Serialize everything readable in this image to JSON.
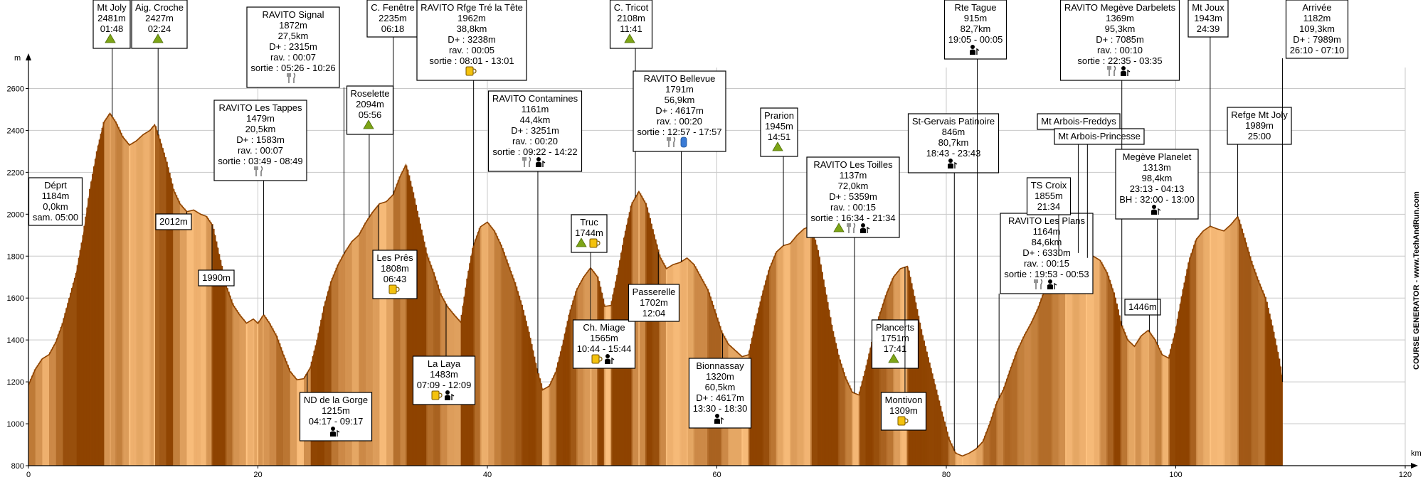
{
  "colors": {
    "profile_dark": "#8e4300",
    "profile_light": "#ffbf7d",
    "profile_mid": "#d9731f",
    "box_border": "#000000",
    "grid": "#c8c8c8",
    "peak_icon": "#7da516",
    "drink_icon": "#f4c20d",
    "water_icon": "#3a7bd5"
  },
  "chart_data": {
    "type": "area",
    "xlabel": "km",
    "ylabel": "m",
    "xlim": [
      0,
      120
    ],
    "ylim": [
      800,
      2700
    ],
    "x_ticks": [
      0,
      20,
      40,
      60,
      80,
      100,
      120
    ],
    "y_ticks": [
      800,
      1000,
      1200,
      1400,
      1600,
      1800,
      2000,
      2200,
      2400,
      2600
    ],
    "grid": true,
    "credit": "COURSE GENERATOR - www.TechAndRun.com",
    "profile": {
      "x": [
        0,
        0.6,
        1.2,
        1.8,
        2.4,
        3,
        3.6,
        4.2,
        4.8,
        5.4,
        6,
        6.6,
        7.1,
        7.6,
        8.2,
        8.8,
        9.4,
        10,
        10.6,
        11,
        11.4,
        12,
        12.6,
        13.2,
        13.8,
        14.4,
        15,
        15.5,
        16,
        16.6,
        17.2,
        17.8,
        18.4,
        19,
        19.6,
        20,
        20.5,
        21,
        21.6,
        22.2,
        22.8,
        23.4,
        24,
        24.6,
        25.2,
        25.8,
        26.4,
        27,
        27.6,
        28.2,
        28.8,
        29.4,
        30,
        30.6,
        31.2,
        31.8,
        32.4,
        32.9,
        33.5,
        34.1,
        34.7,
        35.3,
        35.9,
        36.5,
        37.1,
        37.7,
        38.3,
        38.8,
        39.4,
        40,
        40.6,
        41.2,
        41.8,
        42.4,
        43,
        43.6,
        44.2,
        44.8,
        45.4,
        46,
        46.6,
        47.2,
        47.8,
        48.4,
        49,
        49.6,
        50.2,
        50.8,
        51.4,
        52,
        52.6,
        53.2,
        53.8,
        54.4,
        55,
        55.6,
        56.2,
        56.8,
        57.4,
        58,
        58.6,
        59.2,
        59.8,
        60.4,
        61,
        61.6,
        62.2,
        62.8,
        63.4,
        64,
        64.6,
        65.2,
        65.8,
        66.4,
        67,
        67.6,
        68.2,
        68.8,
        69.4,
        70,
        70.6,
        71.2,
        71.8,
        72.4,
        73,
        73.6,
        74.2,
        74.8,
        75.4,
        76,
        76.6,
        77.2,
        77.8,
        78.4,
        79,
        79.6,
        80.2,
        80.8,
        81.4,
        82,
        82.6,
        83.2,
        83.8,
        84.4,
        85,
        85.6,
        86.2,
        86.8,
        87.4,
        88,
        88.6,
        89.2,
        89.8,
        90.4,
        91,
        91.6,
        92.2,
        92.8,
        93.4,
        94,
        94.6,
        95.2,
        95.8,
        96.4,
        97,
        97.6,
        98.2,
        98.8,
        99.4,
        100,
        100.6,
        101.2,
        101.8,
        102.4,
        103,
        103.6,
        104.2,
        104.8,
        105.4,
        106,
        106.6,
        107.2,
        107.8,
        108.4,
        109,
        109.3
      ],
      "y": [
        1184,
        1260,
        1310,
        1330,
        1390,
        1480,
        1600,
        1720,
        1900,
        2120,
        2300,
        2440,
        2481,
        2440,
        2370,
        2330,
        2350,
        2380,
        2400,
        2427,
        2360,
        2250,
        2120,
        2050,
        2012,
        2020,
        2000,
        1990,
        1950,
        1800,
        1660,
        1570,
        1520,
        1480,
        1500,
        1479,
        1520,
        1480,
        1420,
        1330,
        1250,
        1210,
        1215,
        1270,
        1400,
        1560,
        1680,
        1760,
        1820,
        1870,
        1900,
        1960,
        2010,
        2050,
        2060,
        2094,
        2180,
        2235,
        2100,
        1950,
        1808,
        1720,
        1620,
        1560,
        1520,
        1483,
        1700,
        1850,
        1940,
        1962,
        1920,
        1850,
        1760,
        1670,
        1560,
        1430,
        1280,
        1161,
        1180,
        1250,
        1380,
        1530,
        1640,
        1700,
        1744,
        1700,
        1560,
        1565,
        1720,
        1900,
        2050,
        2108,
        2050,
        1920,
        1800,
        1740,
        1760,
        1770,
        1791,
        1760,
        1700,
        1640,
        1540,
        1440,
        1380,
        1350,
        1320,
        1330,
        1480,
        1620,
        1740,
        1820,
        1850,
        1860,
        1900,
        1930,
        1945,
        1820,
        1640,
        1460,
        1320,
        1220,
        1150,
        1137,
        1260,
        1400,
        1520,
        1620,
        1700,
        1740,
        1751,
        1600,
        1440,
        1309,
        1180,
        1050,
        930,
        860,
        846,
        860,
        880,
        915,
        1000,
        1100,
        1164,
        1260,
        1350,
        1420,
        1480,
        1550,
        1640,
        1730,
        1800,
        1855,
        1840,
        1810,
        1790,
        1800,
        1780,
        1720,
        1620,
        1480,
        1400,
        1369,
        1420,
        1446,
        1400,
        1330,
        1313,
        1440,
        1620,
        1780,
        1880,
        1920,
        1943,
        1930,
        1920,
        1950,
        1989,
        1880,
        1770,
        1680,
        1600,
        1460,
        1300,
        1200,
        1182
      ]
    },
    "annotations": [
      {
        "km": 0,
        "lines": [
          "Déprt",
          "1184m",
          "0,0km",
          "sam. 05:00"
        ]
      },
      {
        "km": 7.3,
        "lines": [
          "Mt Joly",
          "2481m",
          "01:48"
        ]
      },
      {
        "km": 11.3,
        "lines": [
          "Aig. Croche",
          "2427m",
          "02:24"
        ]
      },
      {
        "km": 13.8,
        "lines": [
          "2012m"
        ]
      },
      {
        "km": 16,
        "lines": [
          "1990m"
        ]
      },
      {
        "km": 20.5,
        "lines": [
          "RAVITO Les Tappes",
          "1479m",
          "20,5km",
          "D+ : 1583m",
          "rav. : 00:07",
          "sortie : 03:49 - 08:49"
        ]
      },
      {
        "km": 24.3,
        "lines": [
          "ND de la Gorge",
          "1215m",
          "04:17 - 09:17"
        ]
      },
      {
        "km": 27.5,
        "lines": [
          "RAVITO Signal",
          "1872m",
          "27,5km",
          "D+ : 2315m",
          "rav. : 00:07",
          "sortie : 05:26 - 10:26"
        ]
      },
      {
        "km": 29.7,
        "lines": [
          "Roselette",
          "2094m",
          "05:56"
        ]
      },
      {
        "km": 31.8,
        "lines": [
          "C. Fenêtre",
          "2235m",
          "06:18"
        ]
      },
      {
        "km": 30.5,
        "lines": [
          "Les Prês",
          "1808m",
          "06:43"
        ]
      },
      {
        "km": 36.4,
        "lines": [
          "La Laya",
          "1483m",
          "07:09 - 12:09"
        ]
      },
      {
        "km": 38.8,
        "lines": [
          "RAVITO Rfge Tré la Tête",
          "1962m",
          "38,8km",
          "D+ : 3238m",
          "rav. : 00:05",
          "sortie : 08:01 - 13:01"
        ]
      },
      {
        "km": 44.4,
        "lines": [
          "RAVITO Contamines",
          "1161m",
          "44,4km",
          "D+ : 3251m",
          "rav. : 00:20",
          "sortie : 09:22 - 14:22"
        ]
      },
      {
        "km": 49,
        "lines": [
          "Truc",
          "1744m"
        ]
      },
      {
        "km": 49,
        "lines": [
          "Ch. Miage",
          "1565m",
          "10:44 - 15:44"
        ]
      },
      {
        "km": 52.9,
        "lines": [
          "C. Tricot",
          "2108m",
          "11:41"
        ]
      },
      {
        "km": 54.9,
        "lines": [
          "Passerelle",
          "1702m",
          "12:04"
        ]
      },
      {
        "km": 56.9,
        "lines": [
          "RAVITO Bellevue",
          "1791m",
          "56,9km",
          "D+ : 4617m",
          "rav. : 00:20",
          "sortie : 12:57 - 17:57"
        ]
      },
      {
        "km": 60.5,
        "lines": [
          "Bionnassay",
          "1320m",
          "60,5km",
          "D+ : 4617m",
          "13:30 - 18:30"
        ]
      },
      {
        "km": 65.8,
        "lines": [
          "Prarion",
          "1945m",
          "14:51"
        ]
      },
      {
        "km": 72,
        "lines": [
          "RAVITO Les Toilles",
          "1137m",
          "72,0km",
          "D+ : 5359m",
          "rav. : 00:15",
          "sortie : 16:34 - 21:34"
        ]
      },
      {
        "km": 76.4,
        "lines": [
          "Plancerts",
          "1751m",
          "17:41"
        ]
      },
      {
        "km": 76.4,
        "lines": [
          "Montivon",
          "1309m"
        ]
      },
      {
        "km": 80.7,
        "lines": [
          "St-Gervais Patinoire",
          "846m",
          "80,7km",
          "18:43 - 23:43"
        ]
      },
      {
        "km": 82.7,
        "lines": [
          "Rte Tague",
          "915m",
          "82,7km",
          "19:05 - 00:05"
        ]
      },
      {
        "km": 84.6,
        "lines": [
          "RAVITO Les Plans",
          "1164m",
          "84,6km",
          "D+ : 6330m",
          "rav. : 00:15",
          "sortie : 19:53 - 00:53"
        ]
      },
      {
        "km": 89.8,
        "lines": [
          "TS Croix",
          "1855m",
          "21:34"
        ]
      },
      {
        "km": 91.5,
        "lines": [
          "Mt Arbois-Freddys"
        ]
      },
      {
        "km": 92.3,
        "lines": [
          "Mt Arbois-Princesse"
        ]
      },
      {
        "km": 95.3,
        "lines": [
          "RAVITO Megève Darbelets",
          "1369m",
          "95,3km",
          "D+ : 7085m",
          "rav. : 00:10",
          "sortie : 22:35 - 03:35"
        ]
      },
      {
        "km": 97.7,
        "lines": [
          "1446m"
        ]
      },
      {
        "km": 98.4,
        "lines": [
          "Megève Planelet",
          "1313m",
          "98,4km",
          "23:13 - 04:13",
          "BH : 32:00 - 13:00"
        ]
      },
      {
        "km": 103,
        "lines": [
          "Mt Joux",
          "1943m",
          "24:39"
        ]
      },
      {
        "km": 105.4,
        "lines": [
          "Refge Mt Joly",
          "1989m",
          "25:00"
        ]
      },
      {
        "km": 109.3,
        "lines": [
          "Arrivée",
          "1182m",
          "109,3km",
          "D+ : 7989m",
          "26:10 - 07:10"
        ]
      }
    ]
  }
}
